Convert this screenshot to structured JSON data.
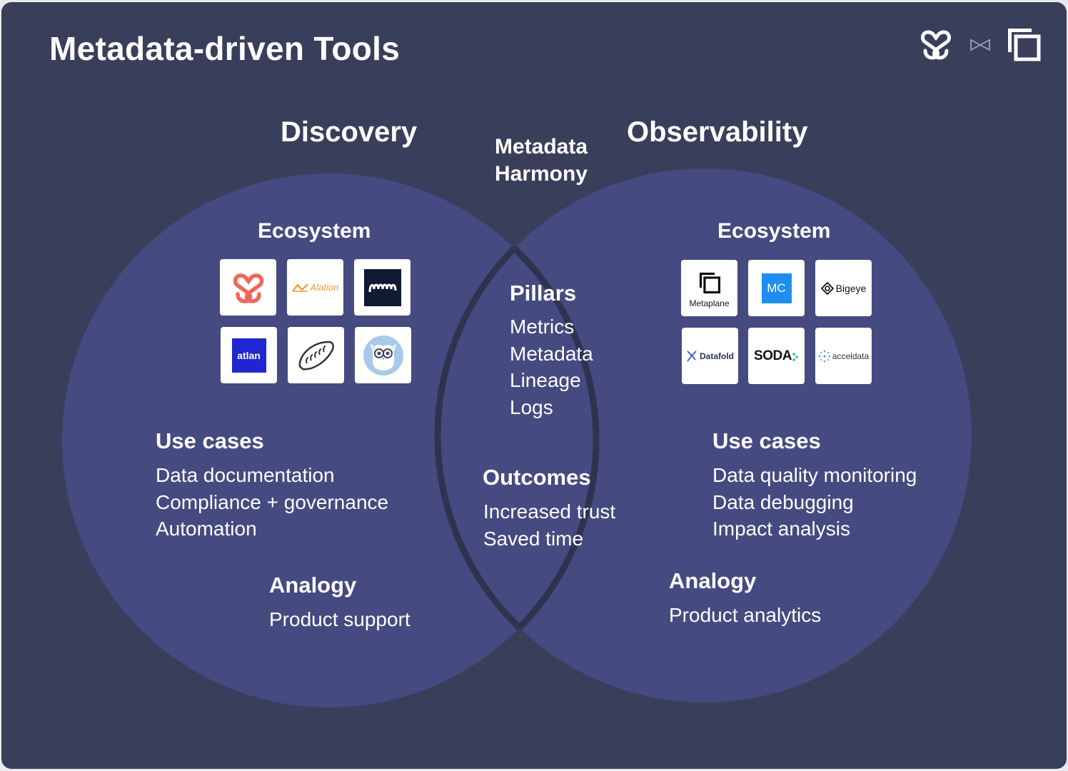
{
  "title": "Metadata-driven Tools",
  "colors": {
    "background": "#393e5b",
    "circle_fill": "#454a80",
    "overlap_stroke": "#2f3350",
    "text": "#ffffff"
  },
  "header_icons": [
    "knot-logo-icon",
    "bowtie-icon",
    "metaplane-logo-icon"
  ],
  "discovery": {
    "heading": "Discovery",
    "ecosystem_label": "Ecosystem",
    "tools": [
      {
        "name": "knot-logo",
        "label": ""
      },
      {
        "name": "alation-logo",
        "label": "Alation"
      },
      {
        "name": "wave-logo",
        "label": ""
      },
      {
        "name": "atlan-logo",
        "label": "atlan"
      },
      {
        "name": "leaf-logo",
        "label": ""
      },
      {
        "name": "owl-logo",
        "label": ""
      }
    ],
    "use_cases_label": "Use cases",
    "use_cases": [
      "Data documentation",
      "Compliance + governance",
      "Automation"
    ],
    "analogy_label": "Analogy",
    "analogy": "Product support"
  },
  "harmony": {
    "heading_line1": "Metadata",
    "heading_line2": "Harmony",
    "pillars_label": "Pillars",
    "pillars": [
      "Metrics",
      "Metadata",
      "Lineage",
      "Logs"
    ],
    "outcomes_label": "Outcomes",
    "outcomes": [
      "Increased trust",
      "Saved time"
    ]
  },
  "observability": {
    "heading": "Observability",
    "ecosystem_label": "Ecosystem",
    "tools": [
      {
        "name": "metaplane-logo",
        "label": "Metaplane"
      },
      {
        "name": "mc-logo",
        "label": "MC"
      },
      {
        "name": "bigeye-logo",
        "label": "Bigeye"
      },
      {
        "name": "datafold-logo",
        "label": "Datafold"
      },
      {
        "name": "soda-logo",
        "label": "SODA"
      },
      {
        "name": "acceldata-logo",
        "label": "acceldata"
      }
    ],
    "use_cases_label": "Use cases",
    "use_cases": [
      "Data quality monitoring",
      "Data debugging",
      "Impact analysis"
    ],
    "analogy_label": "Analogy",
    "analogy": "Product analytics"
  }
}
